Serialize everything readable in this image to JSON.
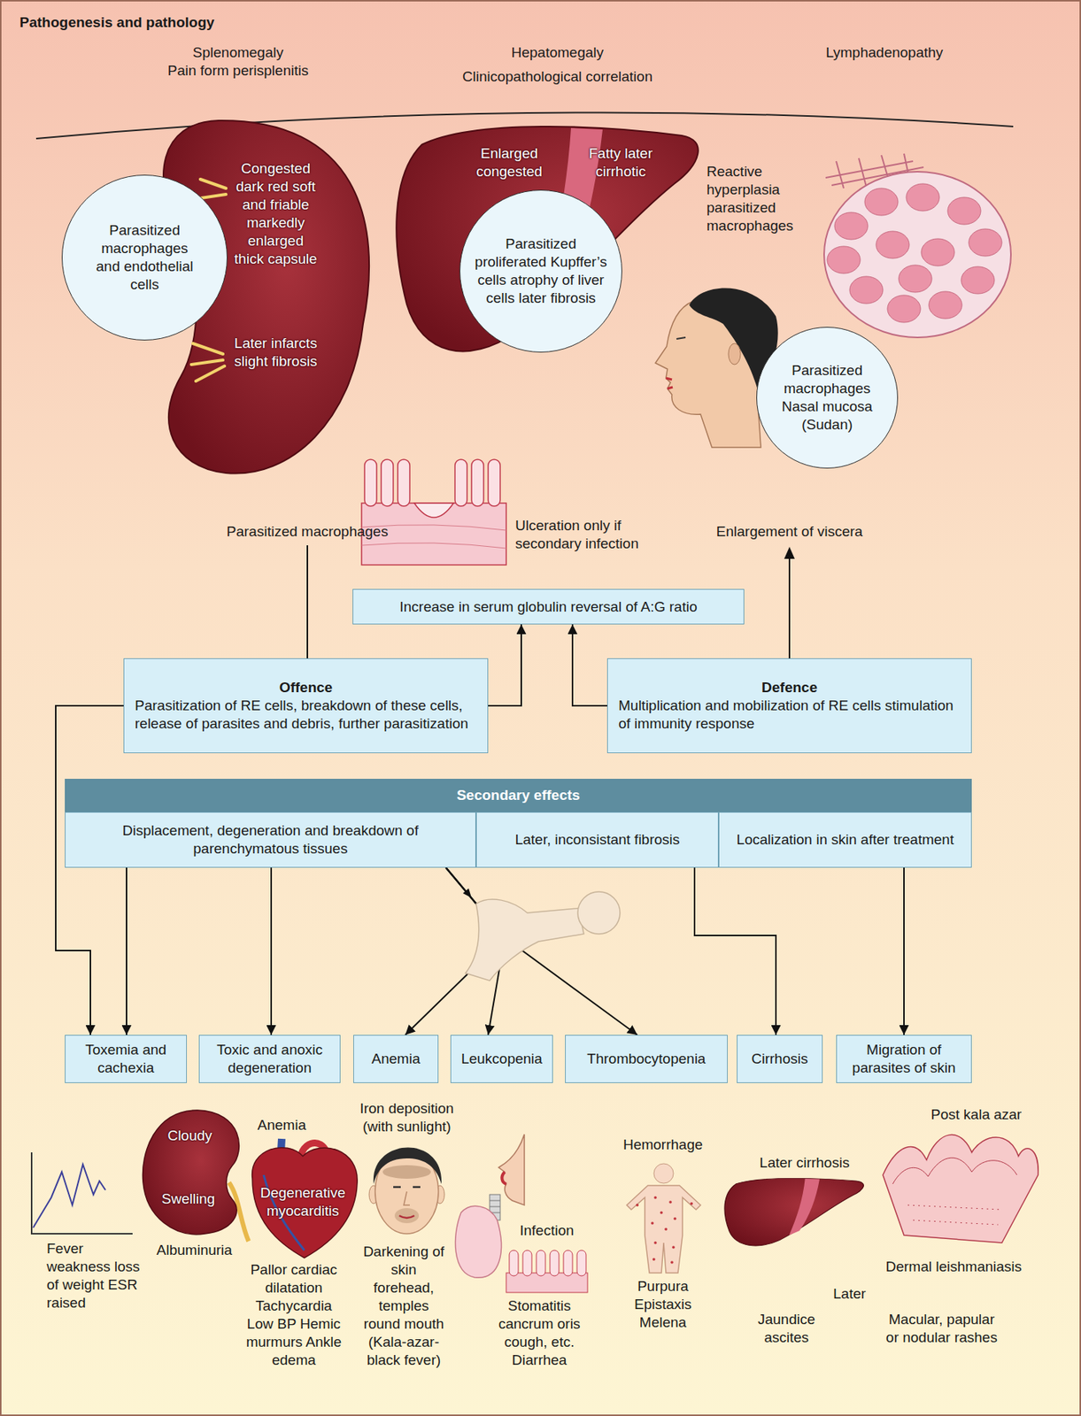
{
  "diagram": {
    "title": "Pathogenesis and pathology",
    "nodes": [
      {
        "text": [
          "Parasitized macrophages and endothelial cells"
        ]
      },
      {
        "text": [
          "Parasitized proliferated Kupffer’s cells atrophy of liver cells later fibrosis"
        ]
      },
      {
        "text": [
          "Parasitized macrophages Nasal mucosa (Sudan)"
        ]
      },
      {
        "text": [
          "Increase in serum globulin reversal of A:G ratio"
        ]
      },
      {
        "text": [
          "Offence",
          "Parasitization of RE cells, breakdown of these cells, release of parasites and debris, further parasitization"
        ]
      },
      {
        "text": [
          "Defence",
          "Multiplication and mobilization of RE cells stimulation of immunity response"
        ]
      },
      {
        "text": [
          "Secondary effects"
        ]
      },
      {
        "text": [
          "Displacement, degeneration and breakdown of parenchymatous tissues"
        ],
        "in": 6
      },
      {
        "text": [
          "Later, inconsistant fibrosis"
        ],
        "in": 6
      },
      {
        "text": [
          "Localization in skin after treatment"
        ],
        "in": 6
      },
      {
        "text": [
          "Toxemia and cachexia"
        ]
      },
      {
        "text": [
          "Toxic and anoxic degeneration"
        ]
      },
      {
        "text": [
          "Anemia"
        ]
      },
      {
        "text": [
          "Leukcopenia"
        ]
      },
      {
        "text": [
          "Thrombocytopenia"
        ]
      },
      {
        "text": [
          "Cirrhosis"
        ]
      },
      {
        "text": [
          "Migration of parasites of skin"
        ]
      }
    ],
    "edges": [
      {
        "from": 4,
        "to": 3,
        "arrow": "to"
      },
      {
        "from": 5,
        "to": 3,
        "arrow": "to"
      },
      {
        "from": 4,
        "to": 10,
        "arrow": "to"
      },
      {
        "from": 7,
        "to": 10,
        "arrow": "to"
      },
      {
        "from": 7,
        "to": 11,
        "arrow": "to"
      },
      {
        "from": 7,
        "to": 12,
        "arrow": "to"
      },
      {
        "from": 7,
        "to": 13,
        "arrow": "to"
      },
      {
        "from": 7,
        "to": 14,
        "arrow": "to"
      },
      {
        "from": 8,
        "to": 15,
        "arrow": "to"
      },
      {
        "from": 9,
        "to": 16,
        "arrow": "to"
      }
    ],
    "labels": [
      "Splenomegaly",
      "Pain form perisplenitis",
      "Hepatomegaly",
      "Clinicopathological correlation",
      "Lymphadenopathy",
      "Congested dark red soft and friable markedly enlarged thick capsule",
      "Later infarcts slight fibrosis",
      "Enlarged congested",
      "Fatty later cirrhotic",
      "Reactive hyperplasia parasitized macrophages",
      "Parasitized macrophages",
      "Ulceration only if secondary infection",
      "Enlargement of viscera",
      "Fever weakness loss of weight ESR raised",
      "Cloudy",
      "Swelling",
      "Albuminuria",
      "Anemia",
      "Degenerative myocarditis",
      "Pallor cardiac dilatation Tachycardia Low BP Hemic murmurs Ankle edema",
      "Iron deposition (with sunlight)",
      "Darkening of skin forehead, temples round mouth (Kala-azar-black fever)",
      "Infection",
      "Stomatitis cancrum oris cough, etc. Diarrhea",
      "Hemorrhage",
      "Purpura Epistaxis Melena",
      "Later cirrhosis",
      "Later",
      "Jaundice ascites",
      "Post kala azar",
      "Dermal leishmaniasis",
      "Macular, papular or nodular rashes"
    ]
  }
}
